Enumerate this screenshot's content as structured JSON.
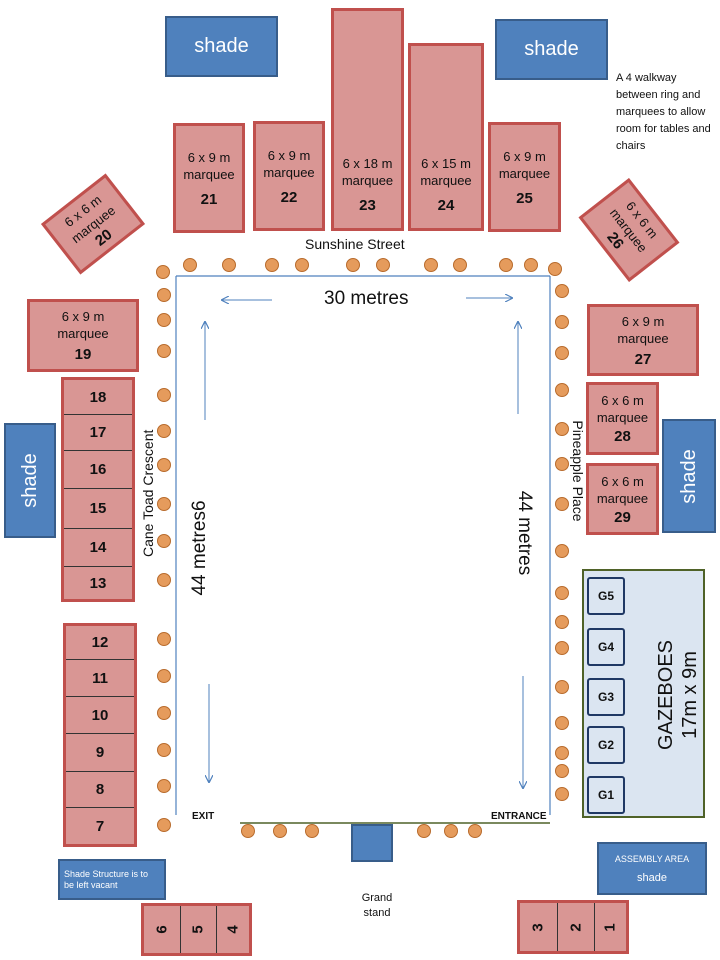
{
  "shade_label": "shade",
  "street_top": "Sunshine Street",
  "street_left": "Cane Toad Crescent",
  "street_right": "Pineapple Place",
  "dim_top": "30 metres",
  "dim_left": "44  metres6",
  "dim_right": "44 metres",
  "walkway_note": "A 4 walkway between  ring and marquees to allow room for tables and chairs",
  "exit_label": "EXIT",
  "entrance_label": "ENTRANCE",
  "grandstand_label": "Grand stand",
  "shade_vacant_note": "Shade Structure is to be left vacant",
  "assembly_label": "ASSEMBLY AREA",
  "assembly_shade": "shade",
  "gazeboes_title": "GAZEBOES",
  "gazeboes_size": "17m x 9m",
  "gazeboes": [
    "G5",
    "G4",
    "G3",
    "G2",
    "G1"
  ],
  "marquees": {
    "m19": {
      "size": "6 x 9 m",
      "type": "marquee",
      "num": "19"
    },
    "m20": {
      "size": "6 x 6 m",
      "type": "marquee",
      "num": "20"
    },
    "m21": {
      "size": "6 x 9 m",
      "type": "marquee",
      "num": "21"
    },
    "m22": {
      "size": "6 x 9 m",
      "type": "marquee",
      "num": "22"
    },
    "m23": {
      "size": "6 x 18 m",
      "type": "marquee",
      "num": "23"
    },
    "m24": {
      "size": "6 x 15 m",
      "type": "marquee",
      "num": "24"
    },
    "m25": {
      "size": "6 x 9 m",
      "type": "marquee",
      "num": "25"
    },
    "m26": {
      "size": "6 x 6 m",
      "type": "marquee",
      "num": "26"
    },
    "m27": {
      "size": "6 x 9 m",
      "type": "marquee",
      "num": "27"
    },
    "m28": {
      "size": "6 x 6 m",
      "type": "marquee",
      "num": "28"
    },
    "m29": {
      "size": "6 x 6 m",
      "type": "marquee",
      "num": "29"
    }
  },
  "stack_left_upper": [
    "18",
    "17",
    "16",
    "15",
    "14",
    "13"
  ],
  "stack_left_lower": [
    "12",
    "11",
    "10",
    "9",
    "8",
    "7"
  ],
  "stack_bottom_left": [
    "6",
    "5",
    "4"
  ],
  "stack_bottom_right": [
    "3",
    "2",
    "1"
  ]
}
